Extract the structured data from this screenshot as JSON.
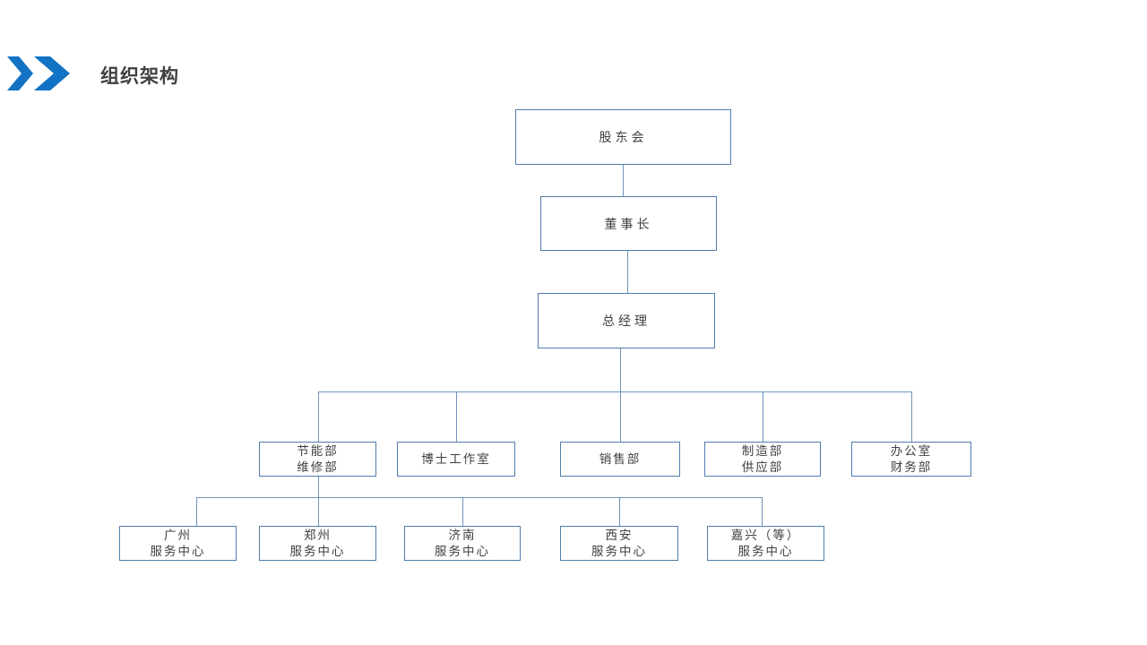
{
  "slide": {
    "title": "组织架构"
  },
  "colors": {
    "accent": "#1272C4",
    "box-border": "#4F7DAC",
    "line": "#6F94BB",
    "text": "#3F3F3F"
  },
  "org": {
    "level1": {
      "label": "股东会"
    },
    "level2": {
      "label": "董事长"
    },
    "level3": {
      "label": "总经理"
    },
    "level4": [
      {
        "line1": "节能部",
        "line2": "维修部"
      },
      {
        "line1": "博士工作室"
      },
      {
        "line1": "销售部"
      },
      {
        "line1": "制造部",
        "line2": "供应部"
      },
      {
        "line1": "办公室",
        "line2": "财务部"
      }
    ],
    "level5": [
      {
        "line1": "广州",
        "line2": "服务中心"
      },
      {
        "line1": "郑州",
        "line2": "服务中心"
      },
      {
        "line1": "济南",
        "line2": "服务中心"
      },
      {
        "line1": "西安",
        "line2": "服务中心"
      },
      {
        "line1": "嘉兴（等）",
        "line2": "服务中心"
      }
    ]
  }
}
